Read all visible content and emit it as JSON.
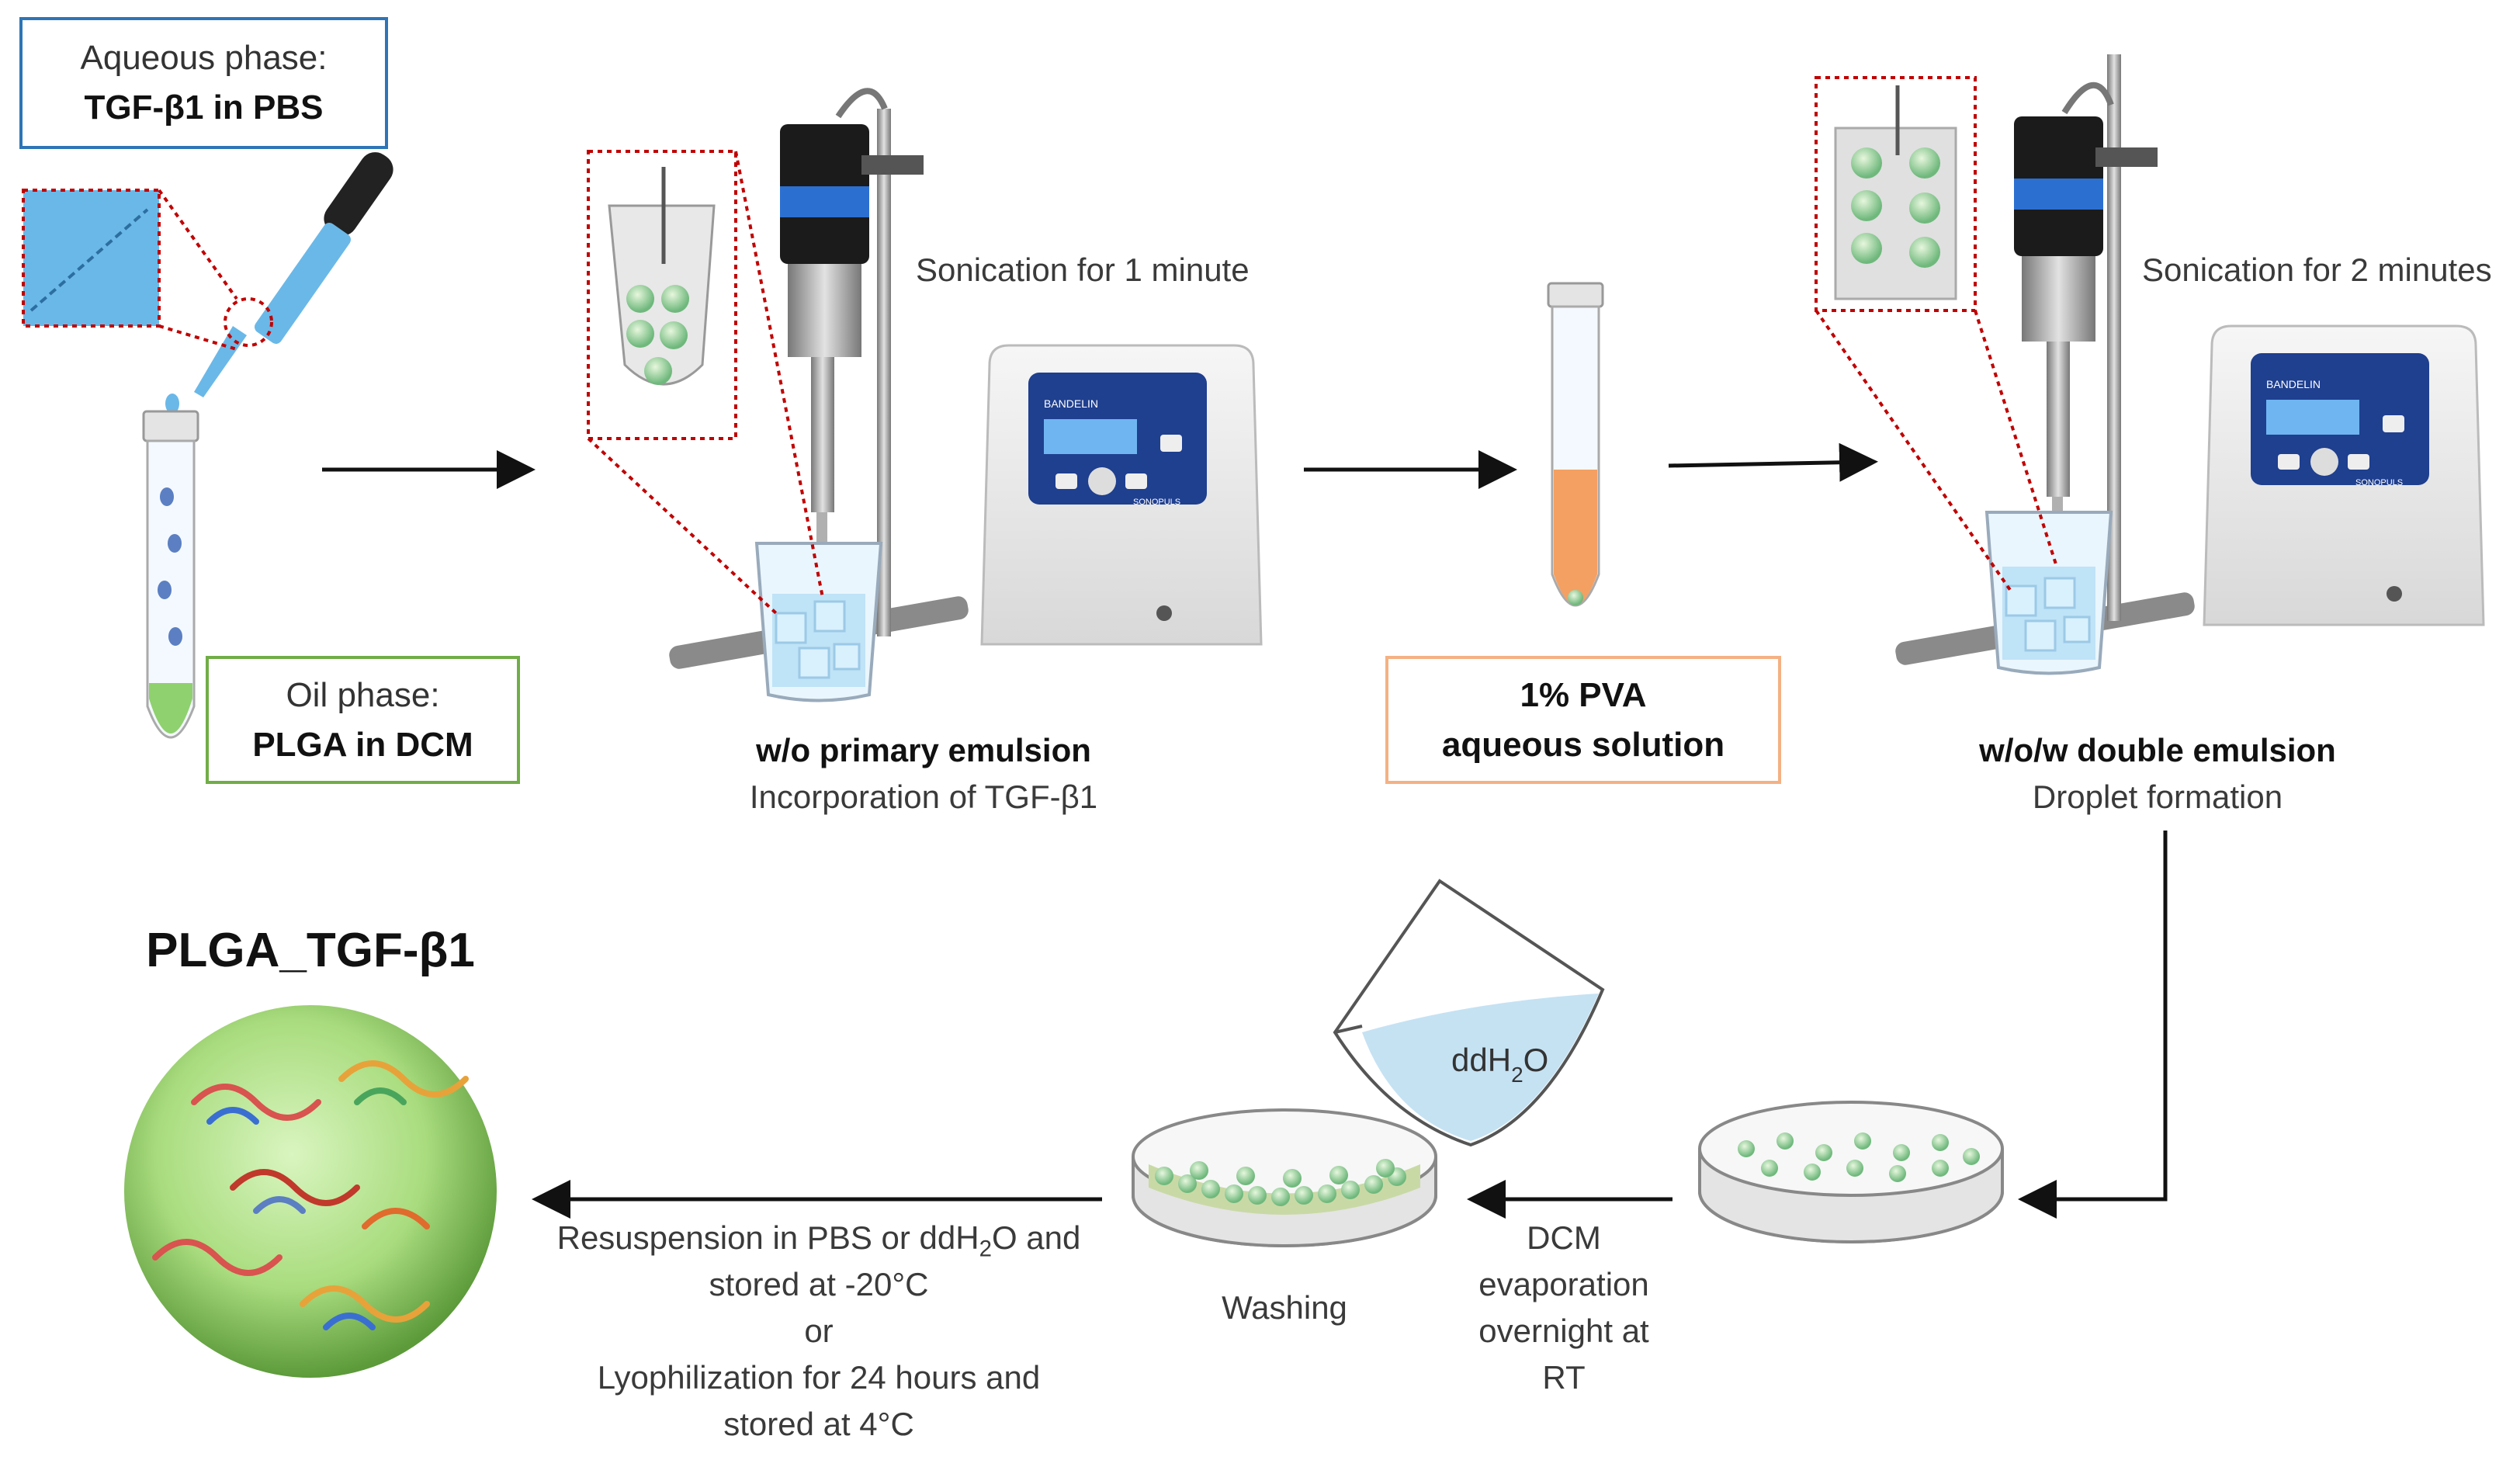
{
  "aqueous_box": {
    "line1": "Aqueous phase:",
    "line2": "TGF-β1 in PBS"
  },
  "oil_box": {
    "line1": "Oil phase:",
    "line2": "PLGA in DCM"
  },
  "pva_box": {
    "line1": "1% PVA",
    "line2": "aqueous solution"
  },
  "step1": {
    "sonication": "Sonication for 1 minute",
    "title": "w/o primary emulsion",
    "subtitle": "Incorporation of TGF-β1"
  },
  "step2": {
    "sonication": "Sonication for 2 minutes",
    "title": "w/o/w double emulsion",
    "subtitle": "Droplet formation"
  },
  "device_brand": "BANDELIN",
  "device_model": "SONOPULS",
  "beaker_label": {
    "main": "ddH",
    "sub": "2",
    "tail": "O"
  },
  "washing": "Washing",
  "dcm_evap": {
    "l1": "DCM",
    "l2": "evaporation",
    "l3": "overnight at",
    "l4": "RT"
  },
  "final": {
    "l1_pre": "Resuspension in PBS or ddH",
    "l1_sub": "2",
    "l1_post": "O and",
    "l2": "stored at -20°C",
    "l3": "or",
    "l4": "Lyophilization for 24 hours and",
    "l5": "stored at 4°C"
  },
  "product_title": "PLGA_TGF-β1",
  "colors": {
    "blue": "#2e75b6",
    "green": "#70ad47",
    "orange": "#f4b183",
    "dotted": "#c00000",
    "particle": "#9ed36a"
  }
}
